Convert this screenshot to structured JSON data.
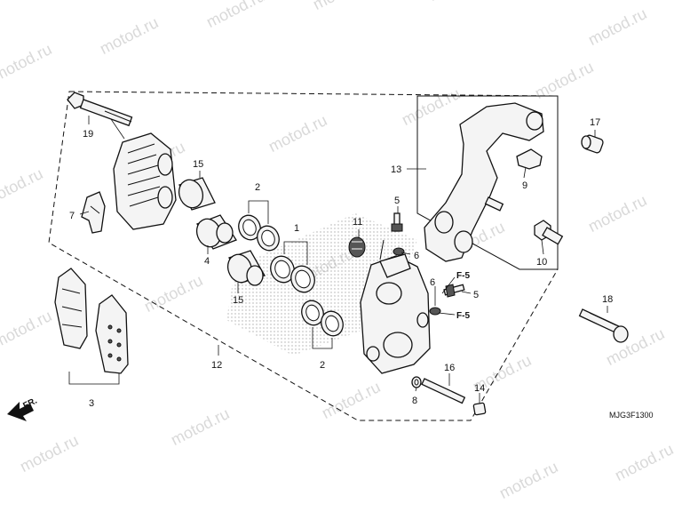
{
  "diagram": {
    "watermark_text": "motod.ru",
    "callouts": {
      "n1": "1",
      "n2a": "2",
      "n2b": "2",
      "n3": "3",
      "n4": "4",
      "n5a": "5",
      "n5b": "5",
      "n6a": "6",
      "n6b": "6",
      "n7": "7",
      "n8": "8",
      "n9": "9",
      "n10": "10",
      "n11": "11",
      "n12": "12",
      "n13": "13",
      "n14": "14",
      "n15a": "15",
      "n15b": "15",
      "n16": "16",
      "n17": "17",
      "n18": "18",
      "n19": "19"
    },
    "refs": {
      "f5a": "F-5",
      "f5b": "F-5"
    },
    "direction_label": "FR.",
    "diagram_code": "MJG3F1300"
  }
}
